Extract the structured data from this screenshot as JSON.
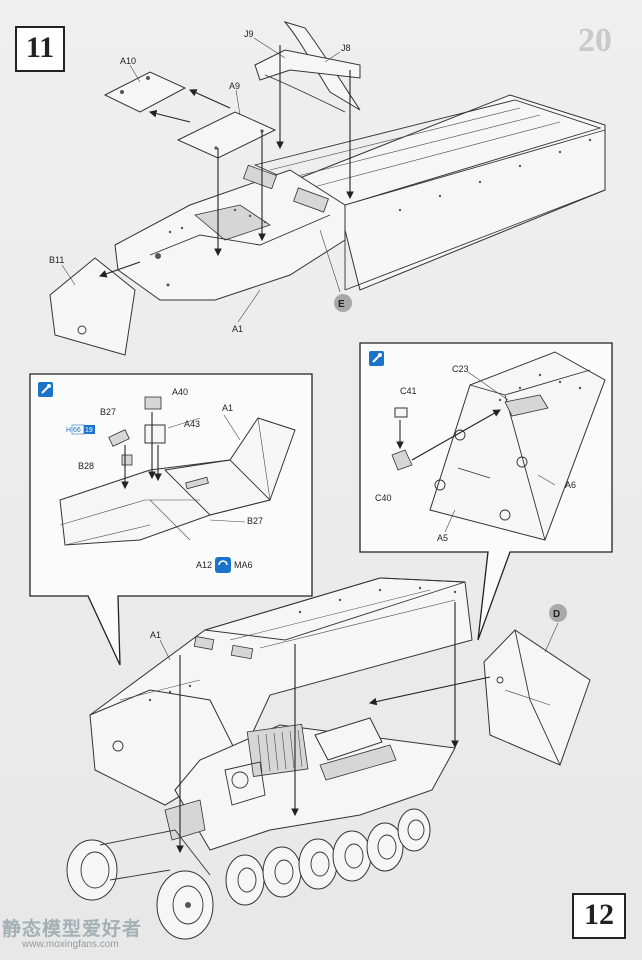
{
  "page": {
    "page_number_faint": "20",
    "steps": {
      "step_a": "11",
      "step_b": "12"
    }
  },
  "step11": {
    "parts": {
      "a10": "A10",
      "a9": "A9",
      "j9": "J9",
      "j8": "J8",
      "b11": "B11",
      "a1": "A1"
    },
    "marker": "E"
  },
  "detail_left": {
    "parts": {
      "a40": "A40",
      "a1": "A1",
      "b27_top": "B27",
      "a43": "A43",
      "b28": "B28",
      "b27_bottom": "B27",
      "a12": "A12",
      "ma6": "MA6"
    },
    "h_ref": "H",
    "h_num": "66",
    "h_badge": "19"
  },
  "detail_right": {
    "parts": {
      "c23": "C23",
      "c41": "C41",
      "c40": "C40",
      "a5": "A5",
      "a6": "A6"
    }
  },
  "step12": {
    "parts": {
      "a1": "A1"
    },
    "marker": "D"
  },
  "watermark": {
    "text_cn": "静态模型爱好者",
    "url": "www.moxingfans.com"
  }
}
